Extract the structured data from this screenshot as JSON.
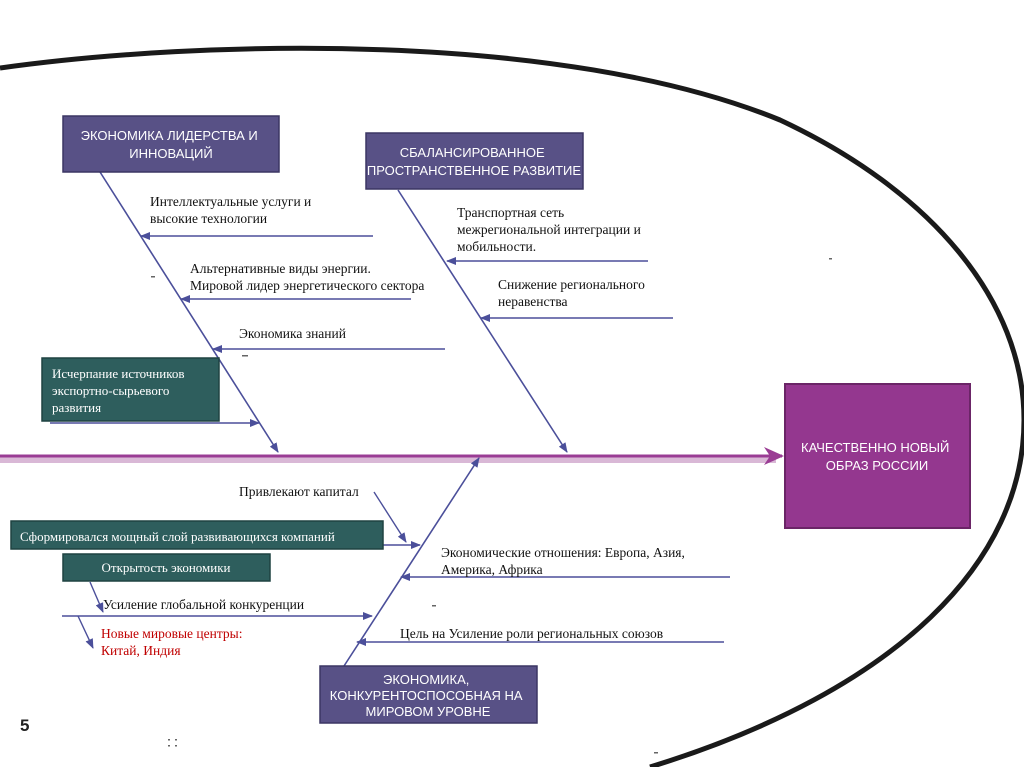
{
  "colors": {
    "top_box": "#585186",
    "teal_box": "#2e5e5d",
    "result_box": "#94378f",
    "spine": "#9a3c94",
    "bone": "#4b4f9a",
    "red_text": "#c00000"
  },
  "slide_number": "5",
  "result_box": {
    "lines": [
      "КАЧЕСТВЕННО НОВЫЙ",
      "ОБРАЗ РОССИИ"
    ]
  },
  "boxes": {
    "leadership": {
      "lines": [
        "ЭКОНОМИКА ЛИДЕРСТВА И",
        "ИННОВАЦИЙ"
      ]
    },
    "balanced": {
      "lines": [
        "СБАЛАНСИРОВАННОЕ",
        "ПРОСТРАНСТВЕННОЕ РАЗВИТИЕ"
      ]
    },
    "competitive": {
      "lines": [
        "ЭКОНОМИКА,",
        "КОНКУРЕНТОСПОСОБНАЯ НА",
        "МИРОВОМ УРОВНЕ"
      ]
    },
    "exhaustion": {
      "lines": [
        "Исчерпание источников",
        "экспортно-сырьевого",
        "развития"
      ]
    },
    "companies": {
      "lines": [
        "Сформировался мощный слой развивающихся компаний"
      ]
    },
    "openness": {
      "lines": [
        "Открытость экономики"
      ]
    }
  },
  "causes": {
    "intellectual": {
      "lines": [
        "Интеллектуальные услуги и",
        "высокие технологии"
      ]
    },
    "energy": {
      "lines": [
        "Альтернативные виды энергии.",
        "Мировой лидер энергетического сектора"
      ]
    },
    "knowledge": {
      "lines": [
        "Экономика знаний"
      ]
    },
    "transport": {
      "lines": [
        "Транспортная сеть",
        "межрегиональной интеграции и",
        "мобильности."
      ]
    },
    "inequality": {
      "lines": [
        "Снижение регионального",
        "неравенства"
      ]
    },
    "capital": {
      "lines": [
        "Привлекают капитал"
      ]
    },
    "relations": {
      "lines": [
        "Экономические отношения: Европа, Азия,",
        "Америка, Африка"
      ]
    },
    "competition": {
      "lines": [
        "Усиление глобальной конкуренции"
      ]
    },
    "new_centers": {
      "lines": [
        "Новые мировые центры:",
        "Китай, Индия"
      ]
    },
    "goal_unions": {
      "lines": [
        "Цель на  Усиление роли региональных союзов"
      ]
    }
  }
}
